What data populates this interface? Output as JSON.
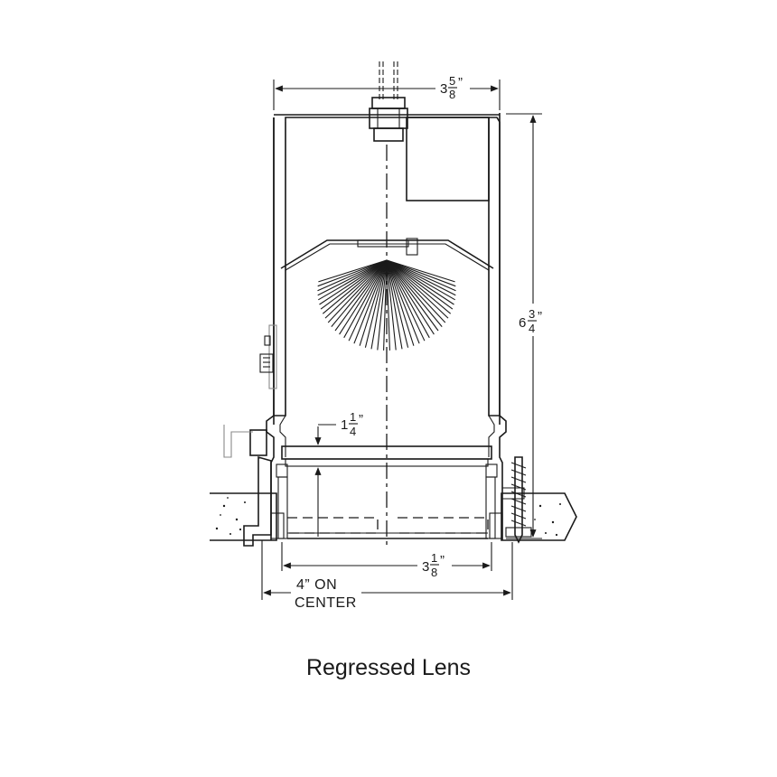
{
  "caption": "Regressed Lens",
  "dimensions": {
    "top_width": {
      "whole": "3",
      "num": "5",
      "den": "8",
      "mark": "”"
    },
    "height": {
      "whole": "6",
      "num": "3",
      "den": "4",
      "mark": "”"
    },
    "lens_depth": {
      "whole": "1",
      "num": "1",
      "den": "4",
      "mark": "”"
    },
    "aperture_width": {
      "whole": "3",
      "num": "1",
      "den": "8",
      "mark": "”"
    }
  },
  "on_center_note": {
    "line1": "4”  ON",
    "line2": "CENTER"
  }
}
